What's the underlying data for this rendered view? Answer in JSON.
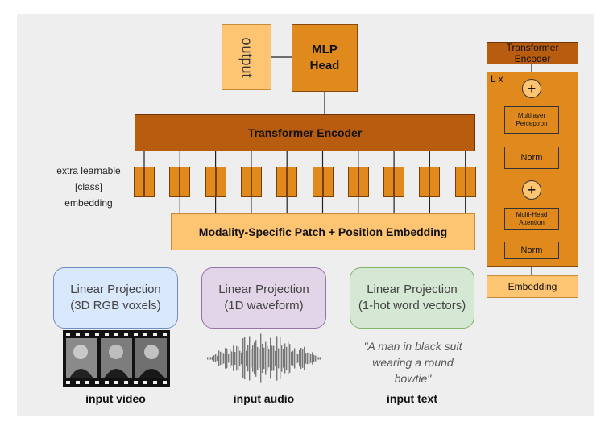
{
  "main": {
    "output_label": "output",
    "mlp_head_line1": "MLP",
    "mlp_head_line2": "Head",
    "transformer_encoder_label": "Transformer Encoder",
    "cls_line1": "extra learnable",
    "cls_line2": "[class]",
    "cls_line3": "embedding",
    "patch_embedding_label": "Modality-Specific Patch + Position Embedding",
    "token_count": 10
  },
  "projections": [
    {
      "title": "Linear Projection",
      "subtitle": "(3D RGB voxels)",
      "input_label": "input video",
      "color": "#dae8fc",
      "border": "#6c8ebf"
    },
    {
      "title": "Linear Projection",
      "subtitle": "(1D waveform)",
      "input_label": "input audio",
      "color": "#e1d5e7",
      "border": "#9673a6"
    },
    {
      "title": "Linear Projection",
      "subtitle": "(1-hot word vectors)",
      "input_label": "input text",
      "color": "#d5e8d4",
      "border": "#82b366"
    }
  ],
  "text_input": {
    "line1": "\"A man in black suit",
    "line2": "wearing a round",
    "line3": "bowtie\""
  },
  "encoder_detail": {
    "title": "Transformer Encoder",
    "repeat_label": "L x",
    "mlp_line1": "Multilayer",
    "mlp_line2": "Perceptron",
    "norm_top": "Norm",
    "attention_line1": "Multi-Head",
    "attention_line2": "Attention",
    "norm_bottom": "Norm",
    "plus_top": "+",
    "plus_bottom": "+",
    "embedding_label": "Embedding"
  },
  "colors": {
    "dark_orange": "#b85c10",
    "mid_orange": "#e08a1e",
    "light_orange": "#fdc572",
    "panel_gray": "#eeeeee"
  }
}
